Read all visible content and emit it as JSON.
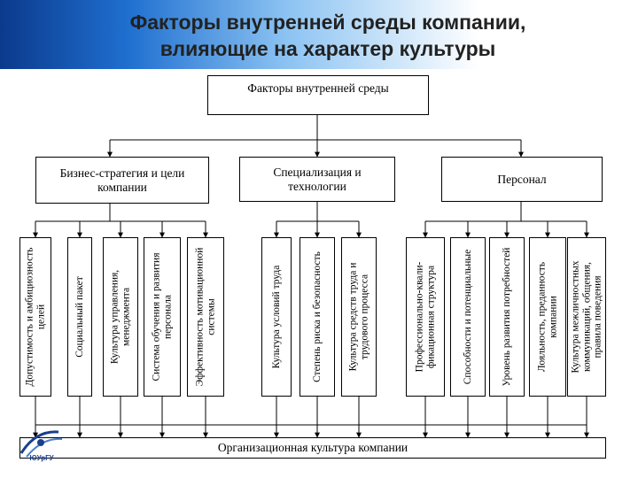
{
  "title": {
    "line1": "Факторы внутренней среды компании,",
    "line2": "влияющие на характер культуры"
  },
  "top_box": "Факторы внутренней среды",
  "groups": [
    {
      "label": "Бизнес-стратегия и цели компании"
    },
    {
      "label": "Специализация и технологии"
    },
    {
      "label": "Персонал"
    }
  ],
  "factors": [
    "Допустимость и амбициозность целей",
    "Социальный пакет",
    "Культура управления, менеджмента",
    "Система обучения и развития персонала",
    "Эффективность мотивационной системы",
    "Культура условий труда",
    "Степень риска и безопасность",
    "Культура средств труда и трудового процесса",
    "Профессионально-квали-фикационная структура",
    "Способности и потенциальные",
    "Уровень развития потребностей",
    "Лояльность, преданность компании",
    "Культура межличностных коммуникаций, общения, правила поведения"
  ],
  "bottom_box": "Организационная культура компании",
  "logo_text": "ЮУрГУ"
}
